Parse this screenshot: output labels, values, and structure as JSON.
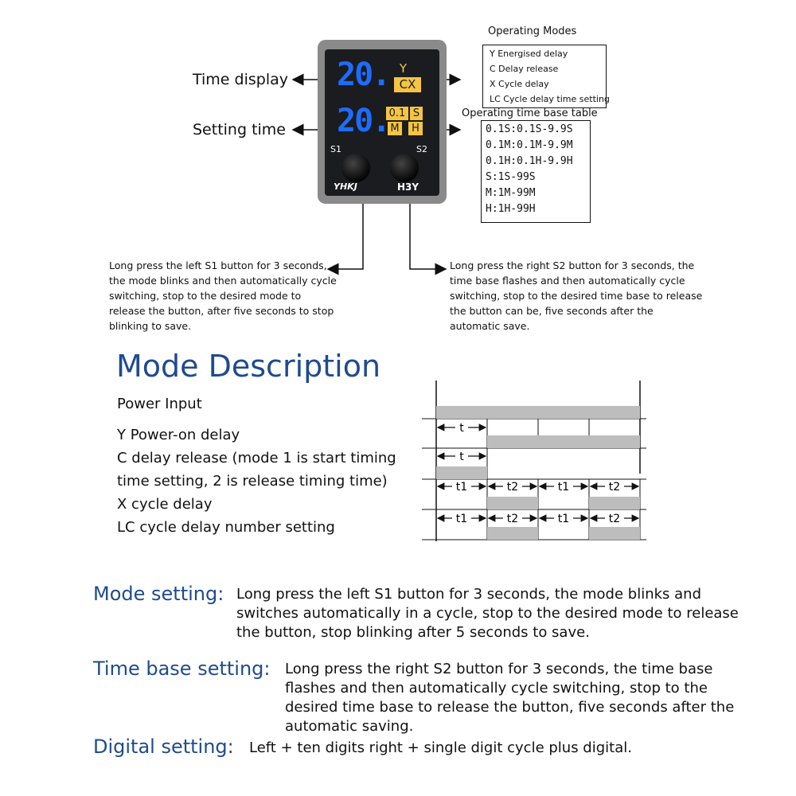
{
  "device": {
    "brand": "YHKJ",
    "model": "H3Y",
    "btn_left": "S1",
    "btn_right": "S2",
    "top_digits": "20.",
    "bottom_digits": "20.",
    "mode_y": "Y",
    "mode_cx": "CX",
    "tb_01s": "0.1",
    "tb_s": "S",
    "tb_m": "M",
    "tb_h": "H",
    "colors": {
      "digits": "#1e6cff",
      "labels": "#f5c542",
      "case": "#8a8a8a",
      "face": "#1b1c20"
    }
  },
  "labels": {
    "time_display": "Time display",
    "setting_time": "Setting time"
  },
  "operating_modes": {
    "title": "Operating Modes",
    "items": [
      "Y Energised delay",
      "C Delay release",
      "X Cycle delay",
      "LC Cycle delay time setting"
    ]
  },
  "time_base": {
    "title": "Operating time base table",
    "items": [
      "0.1S:0.1S-9.9S",
      "0.1M:0.1M-9.9M",
      "0.1H:0.1H-9.9H",
      "S:1S-99S",
      "M:1M-99M",
      "H:1H-99H"
    ]
  },
  "notes": {
    "left": "Long press the left S1 button for 3 seconds, the mode blinks and then automatically cycle switching, stop to the desired mode to release the button, after five seconds to stop blinking to save.",
    "right": "Long press the right S2 button for 3 seconds, the time base flashes and then automatically cycle switching, stop to the desired time base to release the button can be, five seconds after the automatic save."
  },
  "mode_description": {
    "title": "Mode Description",
    "lines": [
      "Power Input",
      "Y Power-on delay",
      "C delay release (mode 1 is start timing",
      "time setting, 2 is release timing time)",
      "X cycle delay",
      "LC cycle delay number setting"
    ]
  },
  "timing_labels": {
    "t": "t",
    "t1": "t1",
    "t2": "t2"
  },
  "settings": [
    {
      "head": "Mode setting:",
      "body": "Long press the left S1 button for 3 seconds, the mode blinks and switches automatically in a cycle, stop to the desired mode to release the button, stop blinking after 5 seconds to save."
    },
    {
      "head": "Time base setting:",
      "body": "Long press the right S2 button for 3 seconds, the time base flashes and then automatically cycle switching, stop to the desired time base to release the button, five seconds after the automatic saving."
    },
    {
      "head": "Digital setting:",
      "body": "Left + ten digits right + single digit cycle plus digital."
    }
  ]
}
